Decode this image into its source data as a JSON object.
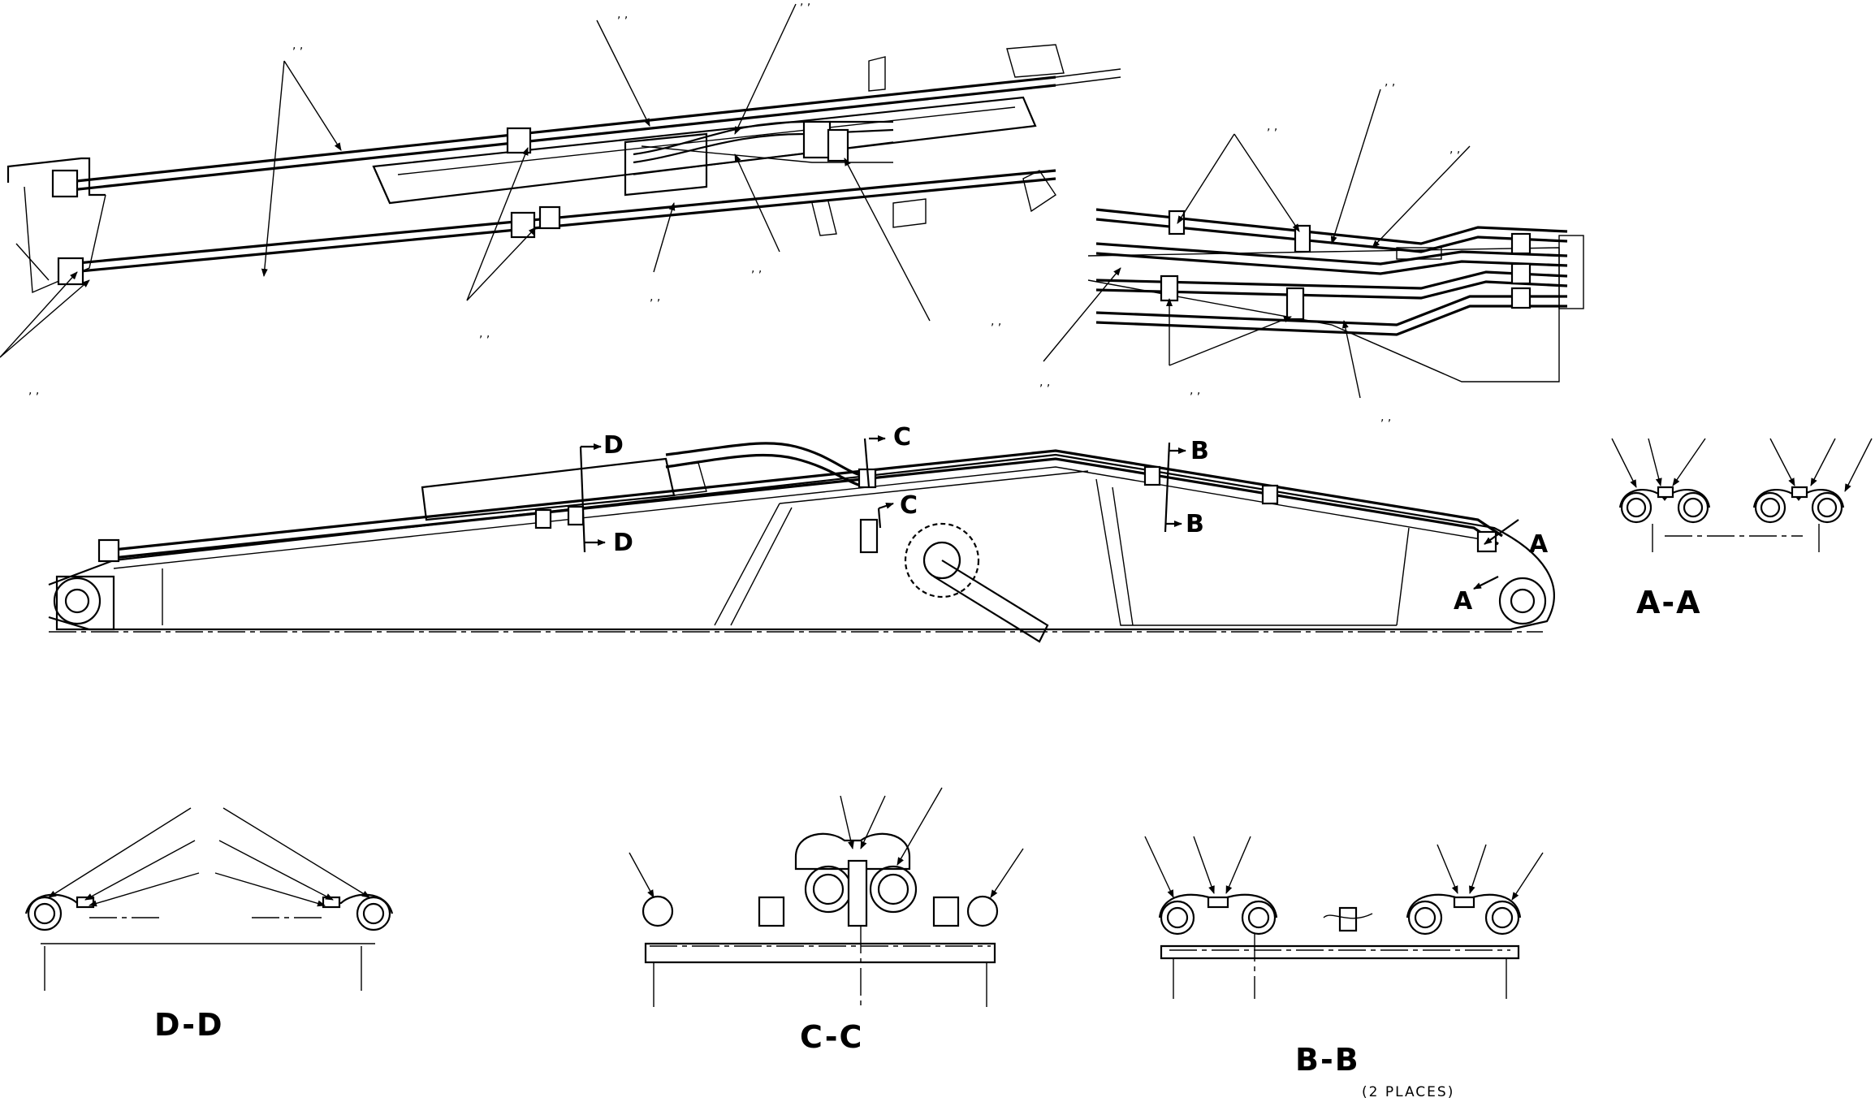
{
  "section_markers": {
    "a": "A",
    "b": "B",
    "c": "C",
    "d": "D"
  },
  "views": {
    "aa_title": "A-A",
    "bb_title": "B-B",
    "bb_note": "(2 PLACES)",
    "cc_title": "C-C",
    "dd_title": "D-D"
  },
  "leader_tick": ", ,"
}
